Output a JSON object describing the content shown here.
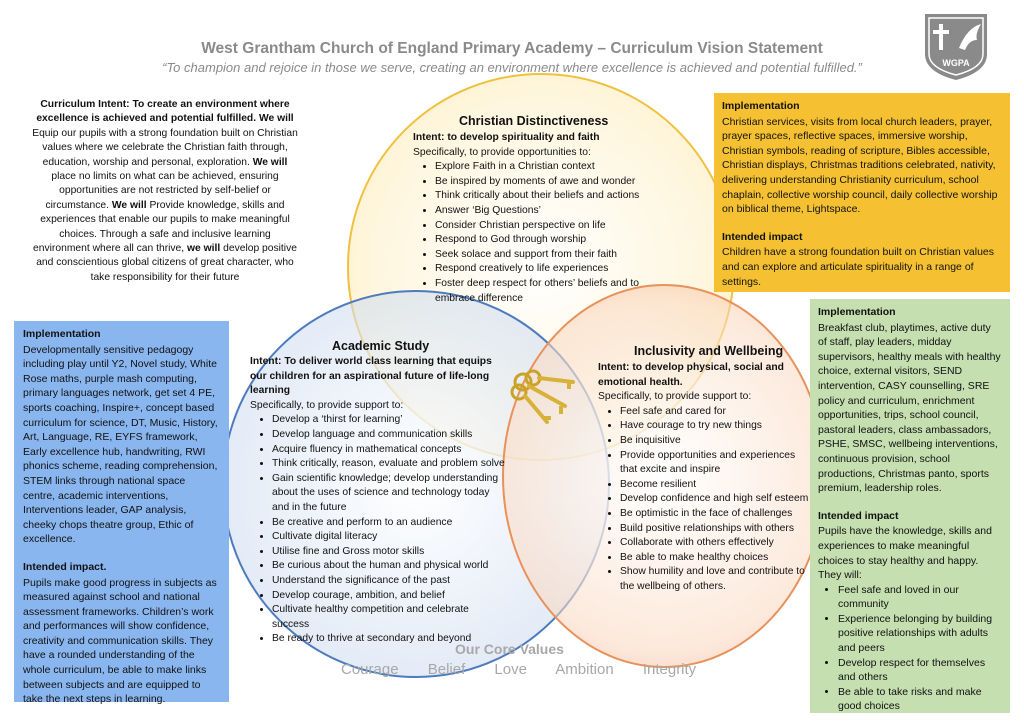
{
  "title": "West Grantham Church of England Primary Academy – Curriculum Vision Statement",
  "subtitle": "“To champion and rejoice in those we serve, creating an environment where excellence is achieved and potential fulfilled.”",
  "logo": {
    "text": "WGPA",
    "icon": "cross-shield-logo"
  },
  "curriculum_intent": {
    "lead": "Curriculum Intent: To create an environment where excellence is achieved and potential fulfilled",
    "we_will_1": "We will",
    "p1": "Equip our pupils with a strong foundation built on Christian values where we celebrate the Christian faith through, education, worship and personal, exploration.",
    "we_will_2": "We will",
    "p2": "place no limits on what can be achieved, ensuring opportunities are not restricted by self-belief or circumstance.",
    "we_will_3": "We will",
    "p3": "Provide knowledge, skills and experiences that enable our pupils to make meaningful choices. Through a safe and inclusive learning environment where all can thrive,",
    "we_will_4": "we will",
    "p4": "develop positive and conscientious global citizens of great character, who take responsibility for their future"
  },
  "christian": {
    "title": "Christian Distinctiveness",
    "intent": "Intent: to develop spirituality and faith",
    "specifically": "Specifically, to provide opportunities to:",
    "items": [
      "Explore Faith in a Christian context",
      "Be inspired by moments of awe and wonder",
      "Think critically about their beliefs and actions",
      "Answer ‘Big Questions’",
      "Consider Christian perspective on life",
      "Respond to God through worship",
      "Seek solace and support from their faith",
      "Respond creatively to life experiences",
      "Foster deep respect for others’ beliefs and to embrace difference"
    ]
  },
  "academic": {
    "title": "Academic Study",
    "intent": "Intent: To deliver world class learning that equips our children for an aspirational future of life-long learning",
    "specifically": "Specifically, to provide support to:",
    "items": [
      "Develop a ‘thirst for learning’",
      "Develop language and communication skills",
      "Acquire fluency in mathematical concepts",
      "Think critically, reason, evaluate and problem solve",
      "Gain scientific knowledge; develop understanding about the uses of science and technology today and in the future",
      "Be creative and perform to an audience",
      "Cultivate digital literacy",
      "Utilise fine and Gross motor skills",
      "Be curious about the human and physical world",
      "Understand the significance of the past",
      "Develop courage, ambition, and belief",
      "Cultivate healthy competition and celebrate success",
      "Be ready to thrive at secondary and beyond"
    ]
  },
  "inclusivity": {
    "title": "Inclusivity and Wellbeing",
    "intent": "Intent: to develop physical, social and emotional health.",
    "specifically": "Specifically, to provide support to:",
    "items": [
      "Feel safe and cared for",
      "Have courage to try new things",
      "Be inquisitive",
      "Provide opportunities and experiences that excite and inspire",
      "Become resilient",
      "Develop confidence and high self esteem",
      "Be optimistic in the face of challenges",
      "Build positive relationships with others",
      "Collaborate with others effectively",
      "Be able to make healthy choices",
      "Show humility and love and contribute to the wellbeing of others."
    ]
  },
  "yellow_box": {
    "impl_heading": "Implementation",
    "impl_text": "Christian services, visits from local church leaders, prayer, prayer spaces, reflective spaces, immersive worship, Christian symbols, reading of scripture, Bibles accessible, Christian displays, Christmas traditions celebrated, nativity, delivering understanding Christianity curriculum, school chaplain, collective worship council, daily collective worship on biblical theme, Lightspace.",
    "impact_heading": "Intended impact",
    "impact_text": "Children have a strong foundation built on Christian values and can explore and articulate spirituality in a range of settings."
  },
  "blue_box": {
    "impl_heading": "Implementation",
    "impl_text": "Developmentally sensitive pedagogy including play until Y2, Novel study, White Rose maths, purple mash computing, primary languages network, get set 4 PE, sports coaching, Inspire+, concept based curriculum for science, DT, Music, History, Art, Language, RE, EYFS framework, Early excellence hub, handwriting, RWI phonics scheme, reading comprehension, STEM links through national space centre, academic interventions, Interventions leader, GAP analysis, cheeky chops theatre group, Ethic of excellence.",
    "impact_heading": "Intended impact.",
    "impact_text": "Pupils make good progress in subjects as measured against school and national assessment frameworks. Children’s work and performances will show confidence, creativity and communication skills. They have a rounded understanding of the whole curriculum, be able to make links between subjects and are equipped to take the next steps in learning."
  },
  "green_box": {
    "impl_heading": "Implementation",
    "impl_text": "Breakfast club, playtimes, active duty of staff, play leaders, midday supervisors, healthy meals with healthy choice, external visitors, SEND intervention, CASY counselling, SRE policy and curriculum, enrichment opportunities, trips, school council, pastoral leaders, class ambassadors, PSHE, SMSC, wellbeing interventions, continuous provision, school productions, Christmas panto, sports premium, leadership roles.",
    "impact_heading": "Intended impact",
    "impact_text": "Pupils have the knowledge, skills and experiences to make meaningful choices to stay healthy and happy. They will:",
    "items": [
      "Feel safe and loved in our community",
      "Experience belonging by building positive relationships with adults and peers",
      "Develop respect for themselves and others",
      "Be able to take risks and make good choices"
    ]
  },
  "core_values": {
    "title": "Our Core Values",
    "values": [
      "Courage",
      "Belief",
      "Love",
      "Ambition",
      "Integrity"
    ]
  },
  "colors": {
    "yellow": "#f5c132",
    "blue": "#8ab6f0",
    "green": "#c5dfb0",
    "grey_text": "#8a8a8a"
  }
}
